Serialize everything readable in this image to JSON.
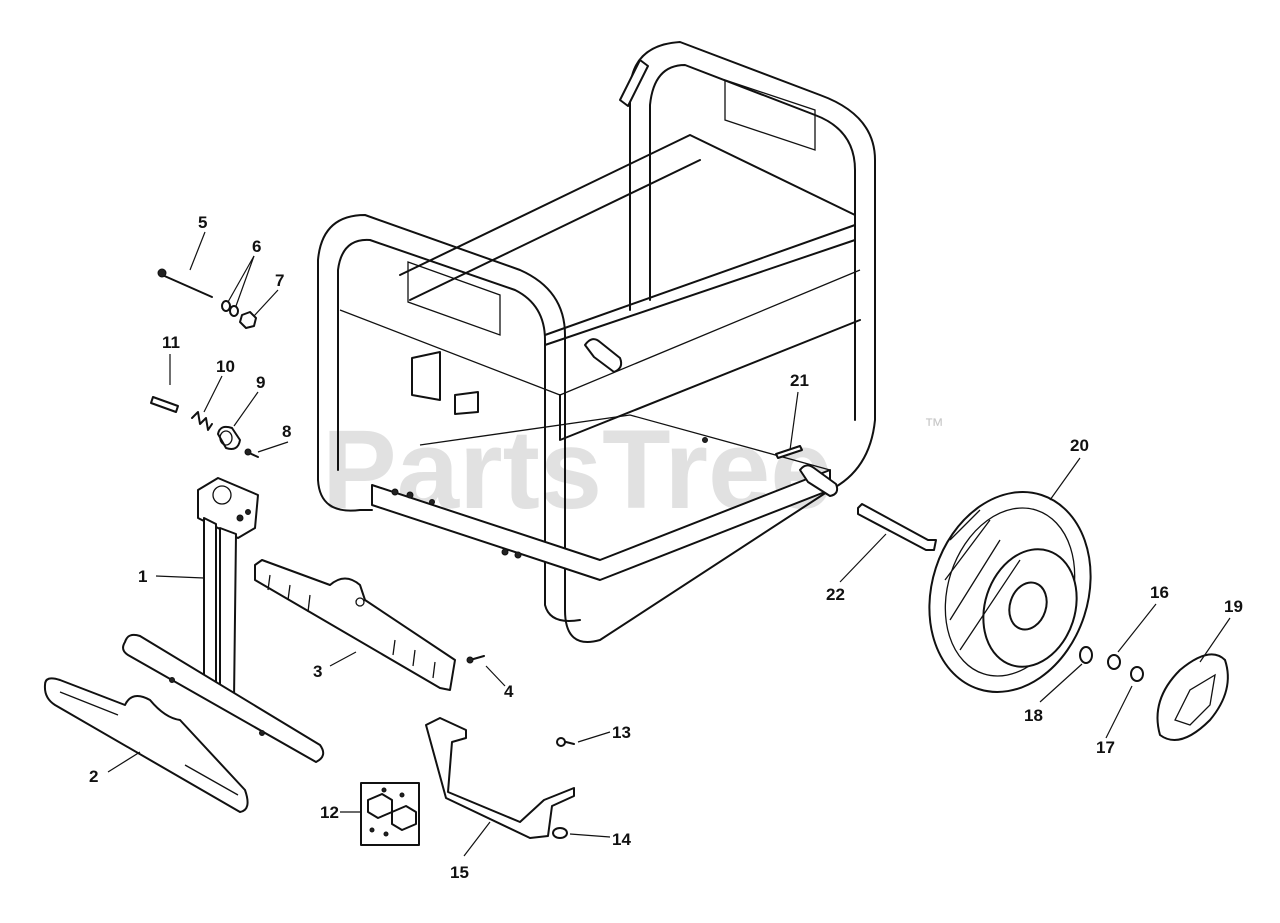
{
  "watermark": {
    "text": "PartsTree",
    "trademark": "™"
  },
  "callouts": {
    "c1": "1",
    "c2": "2",
    "c3": "3",
    "c4": "4",
    "c5": "5",
    "c6": "6",
    "c7": "7",
    "c8": "8",
    "c9": "9",
    "c10": "10",
    "c11": "11",
    "c12": "12",
    "c13": "13",
    "c14": "14",
    "c15": "15",
    "c16": "16",
    "c17": "17",
    "c18": "18",
    "c19": "19",
    "c20": "20",
    "c21": "21",
    "c22": "22"
  }
}
